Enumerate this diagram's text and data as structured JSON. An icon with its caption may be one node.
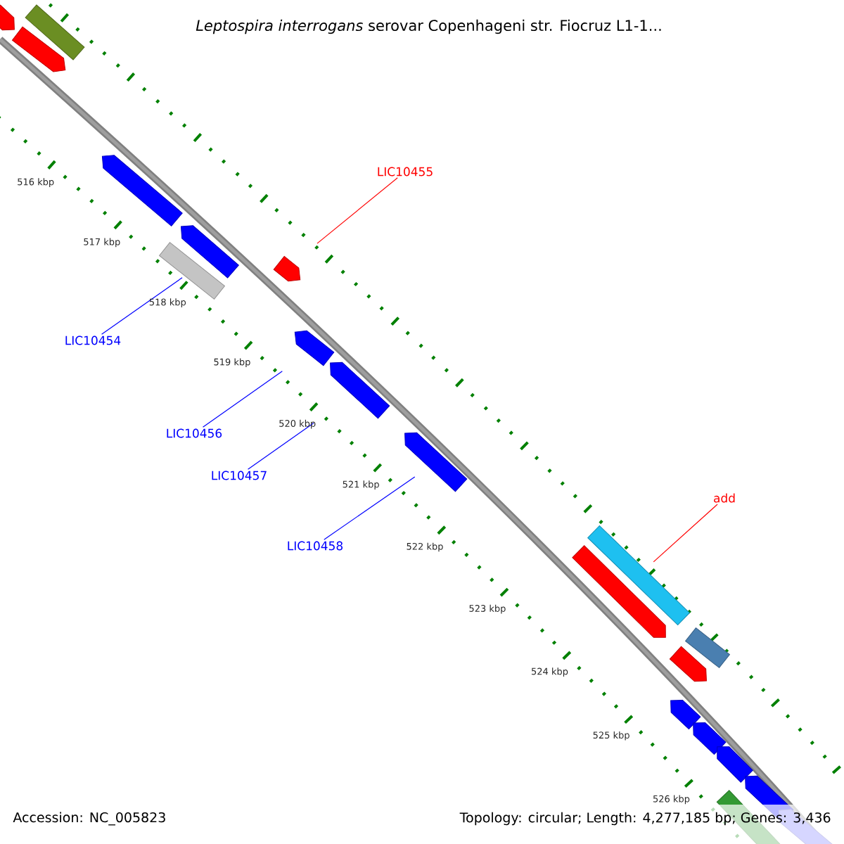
{
  "diagram": {
    "title": "*Leptospira interrogans* serovar Copenhageni str. Fiocruz L1-1...",
    "nodes": [
      {
        "text": [
          "LIC10455"
        ]
      },
      {
        "text": [
          "LIC10454"
        ]
      },
      {
        "text": [
          "LIC10456"
        ]
      },
      {
        "text": [
          "LIC10457"
        ]
      },
      {
        "text": [
          "LIC10458"
        ]
      },
      {
        "text": [
          "add"
        ]
      },
      {
        "text": [],
        "shape": "arrow"
      },
      {
        "text": [],
        "shape": "bar"
      },
      {
        "text": [],
        "shape": "arrow"
      },
      {
        "text": [],
        "shape": "arrow"
      },
      {
        "text": [],
        "shape": "arrow"
      },
      {
        "text": [],
        "shape": "bar"
      },
      {
        "text": [],
        "shape": "arrow"
      },
      {
        "text": [],
        "shape": "arrow"
      },
      {
        "text": [],
        "shape": "arrow"
      },
      {
        "text": [],
        "shape": "arrow"
      },
      {
        "text": [],
        "shape": "bar"
      },
      {
        "text": [],
        "shape": "arrow"
      },
      {
        "text": [],
        "shape": "bar"
      },
      {
        "text": [],
        "shape": "arrow"
      },
      {
        "text": [],
        "shape": "arrow"
      },
      {
        "text": [],
        "shape": "arrow"
      },
      {
        "text": [],
        "shape": "arrow"
      },
      {
        "text": [],
        "shape": "arrow"
      },
      {
        "text": [],
        "shape": "arrow"
      },
      {
        "text": [],
        "shape": "bar"
      }
    ],
    "edges": [
      {
        "from": 0,
        "to": 12,
        "arrow": "none",
        "color": "#ff0000"
      },
      {
        "from": 1,
        "to": 11,
        "arrow": "none"
      },
      {
        "from": 2,
        "to": 13,
        "arrow": "none"
      },
      {
        "from": 3,
        "to": 14,
        "arrow": "none"
      },
      {
        "from": 4,
        "to": 15,
        "arrow": "none"
      },
      {
        "from": 5,
        "to": 16,
        "arrow": "none",
        "color": "#ff0000"
      }
    ],
    "labels": [
      "516 kbp",
      "517 kbp",
      "518 kbp",
      "519 kbp",
      "520 kbp",
      "521 kbp",
      "522 kbp",
      "523 kbp",
      "524 kbp",
      "525 kbp",
      "526 kbp",
      "Accession: NC_005823",
      "Topology: circular; Length: 4,277,185 bp; Genes: 3,436"
    ]
  }
}
